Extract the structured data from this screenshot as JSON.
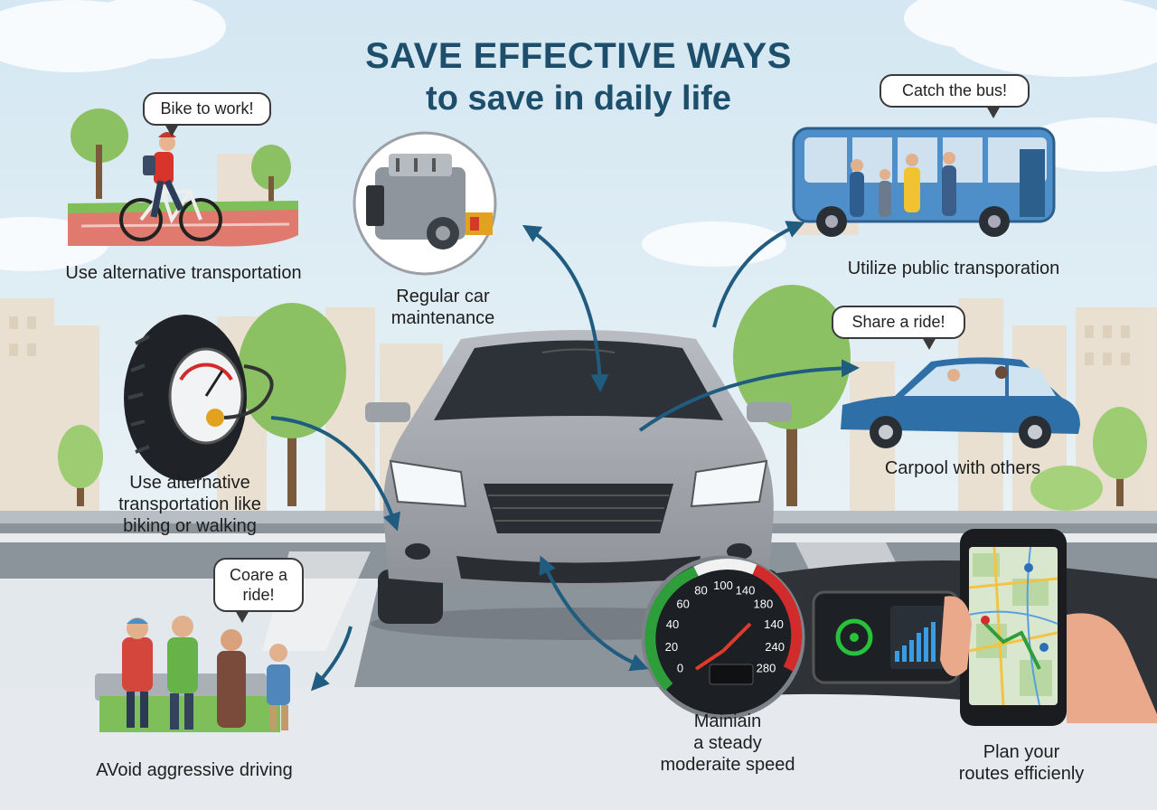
{
  "title": {
    "line1": "SAVE EFFECTIVE WAYS",
    "line2": "to save in daily life"
  },
  "items": {
    "bike": {
      "bubble": "Bike to work!",
      "caption": "Use alternative transportation"
    },
    "maintenance": {
      "caption_line1": "Regular car",
      "caption_line2": "maintenance"
    },
    "bus": {
      "bubble": "Catch the bus!",
      "caption": "Utilize public transporation"
    },
    "carpool": {
      "bubble": "Share a ride!",
      "caption": "Carpool with others"
    },
    "tire": {
      "caption_line1": "Use alternative",
      "caption_line2": "transportation like",
      "caption_line3": "biking or walking"
    },
    "people": {
      "bubble_line1": "Coare a",
      "bubble_line2": "ride!",
      "caption": "AVoid aggressive driving"
    },
    "speed": {
      "caption_line1": "Mainiain",
      "caption_line2": "a steady",
      "caption_line3": "moderaite speed"
    },
    "routes": {
      "caption_line1": "Plan your",
      "caption_line2": "routes efficienly"
    }
  },
  "speedometer": {
    "ticks": [
      "0",
      "20",
      "40",
      "60",
      "80",
      "100",
      "140",
      "180",
      "140",
      "240",
      "280"
    ]
  },
  "colors": {
    "title": "#1d4f6d",
    "arrow": "#1f5c80",
    "sky": "#dbeaf3",
    "car_body": "#a9adb3",
    "bus": "#4f8fc9",
    "blue_car": "#2f6fa8",
    "gauge_green": "#2e9e3a",
    "gauge_red": "#d22b2b"
  }
}
